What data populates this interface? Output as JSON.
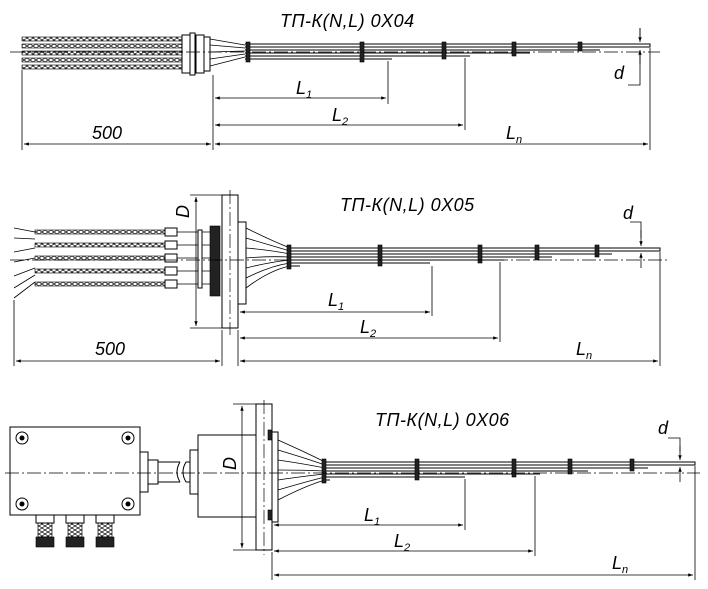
{
  "diagrams": [
    {
      "title": "ТП-К(N,L) 0Х04",
      "dims": {
        "l1": "L",
        "l1_sub": "1",
        "l2": "L",
        "l2_sub": "2",
        "ln": "L",
        "ln_sub": "n",
        "length_500": "500",
        "d": "d"
      }
    },
    {
      "title": "ТП-К(N,L) 0Х05",
      "dims": {
        "l1": "L",
        "l1_sub": "1",
        "l2": "L",
        "l2_sub": "2",
        "ln": "L",
        "ln_sub": "n",
        "length_500": "500",
        "d": "d",
        "flange_d": "D"
      }
    },
    {
      "title": "ТП-К(N,L) 0Х06",
      "dims": {
        "l1": "L",
        "l1_sub": "1",
        "l2": "L",
        "l2_sub": "2",
        "ln": "L",
        "ln_sub": "n",
        "d": "d",
        "flange_d": "D"
      }
    }
  ]
}
